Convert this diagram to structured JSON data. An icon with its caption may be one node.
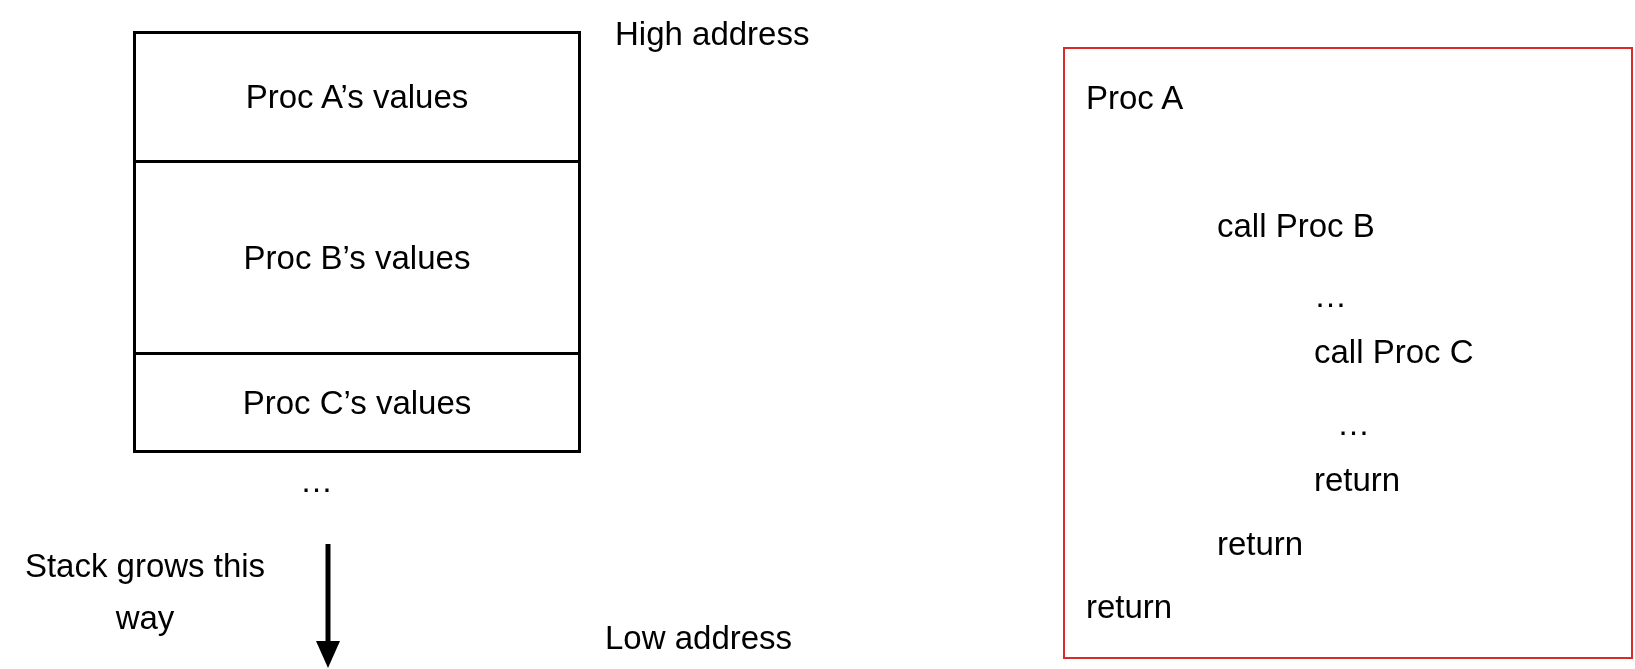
{
  "diagram": {
    "nodes": [
      {
        "text": [
          "Proc A’s values"
        ]
      },
      {
        "text": [
          "Proc B’s values"
        ]
      },
      {
        "text": [
          "Proc C’s values"
        ]
      },
      {
        "text": [
          "Proc A",
          "call Proc B",
          "…",
          "call Proc C",
          "…",
          "return",
          "return",
          "return"
        ]
      }
    ],
    "edges": [],
    "labels": [
      "High address",
      "…",
      "Stack grows this way",
      "Low address"
    ]
  }
}
